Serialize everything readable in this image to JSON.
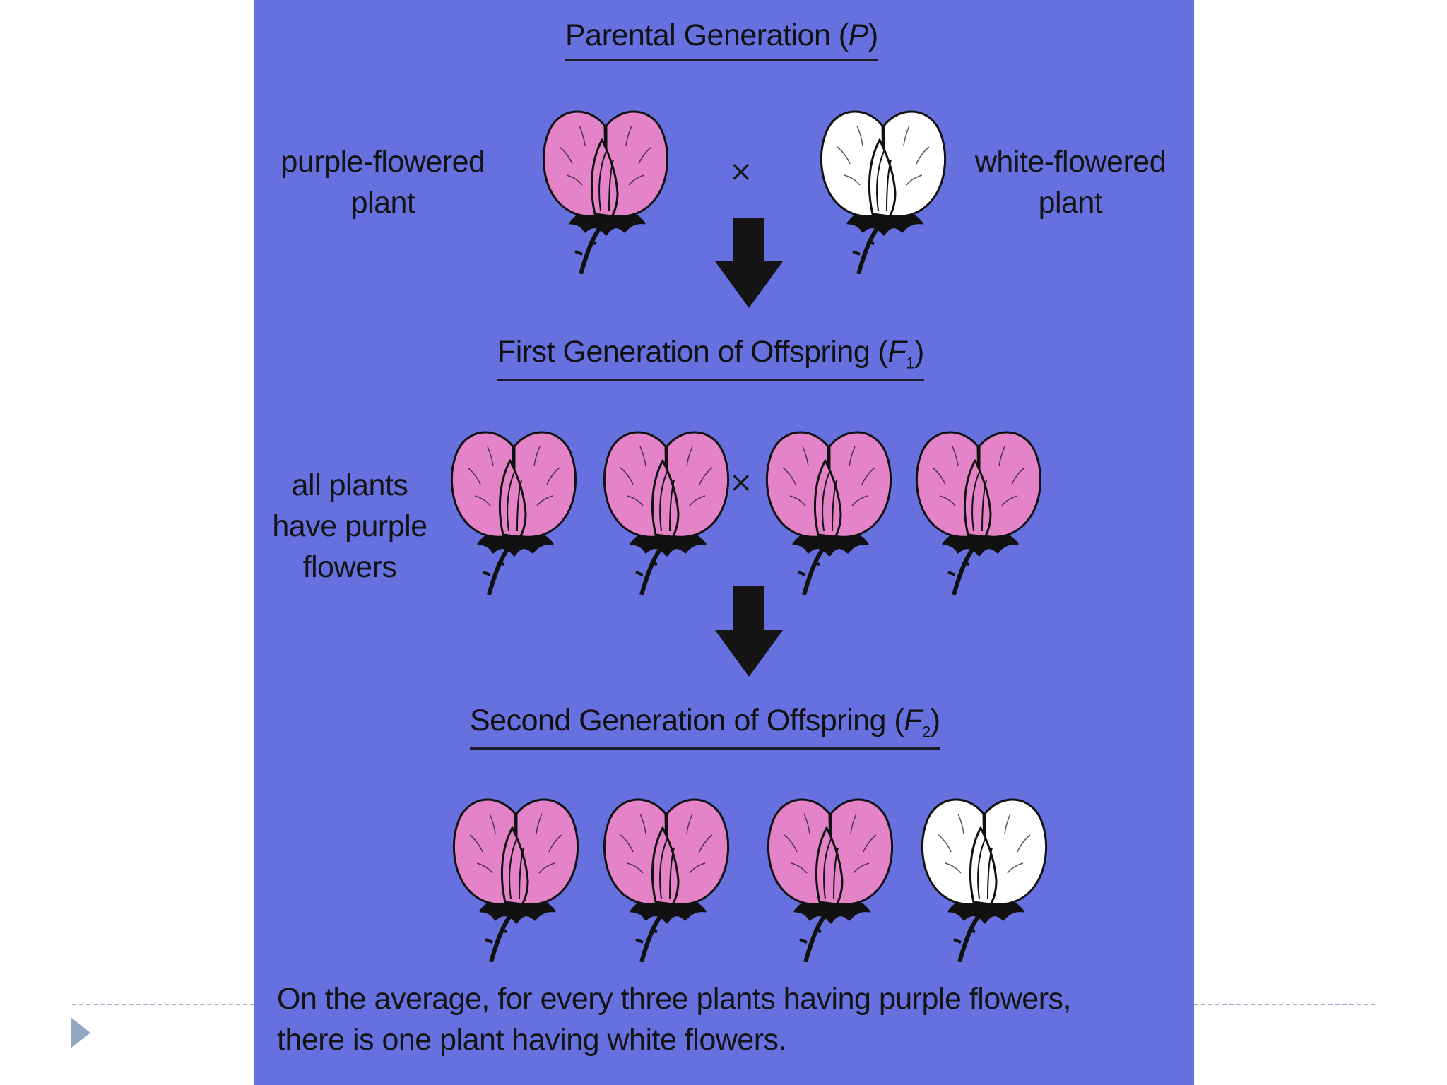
{
  "slide": {
    "heading_p": {
      "text": "Parental Generation (",
      "italic": "P",
      "sub": "",
      "close": ")"
    },
    "heading_f1": {
      "text": "First Generation of Offspring (",
      "italic": "F",
      "sub": "1",
      "close": ")"
    },
    "heading_f2": {
      "text": "Second Generation of Offspring (",
      "italic": "F",
      "sub": "2",
      "close": ")"
    },
    "label_purple_parent": [
      "purple-flowered",
      "plant"
    ],
    "label_white_parent": [
      "white-flowered",
      "plant"
    ],
    "label_f1": [
      "all plants",
      "have purple",
      "flowers"
    ],
    "cross_symbol": "×",
    "caption": [
      "On the average, for every three plants having purple flowers,",
      "there is one plant having white flowers."
    ]
  },
  "colors": {
    "panel": "#6670df",
    "purple_flower": "#e483c8",
    "white_flower": "#ffffff",
    "outline": "#111111"
  }
}
